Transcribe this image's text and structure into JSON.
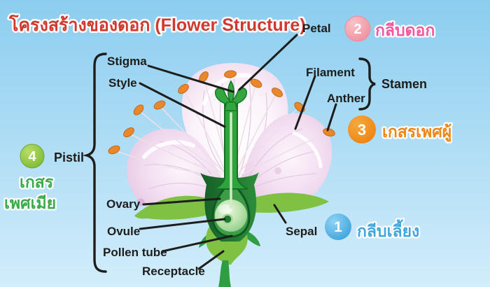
{
  "title": "โครงสร้างของดอก (Flower Structure)",
  "english_labels": {
    "petal": "Petal",
    "stigma": "Stigma",
    "style": "Style",
    "filament": "Filament",
    "anther": "Anther",
    "stamen": "Stamen",
    "pistil": "Pistil",
    "ovary": "Ovary",
    "ovule": "Ovule",
    "pollen_tube": "Pollen tube",
    "receptacle": "Receptacle",
    "sepal": "Sepal"
  },
  "badges": {
    "sepal": {
      "number": "1",
      "thai": "กลีบเลี้ยง",
      "color": "#41A7DE"
    },
    "petal": {
      "number": "2",
      "thai": "กลีบดอก",
      "color": "#F2579F"
    },
    "stamen": {
      "number": "3",
      "thai": "เกสรเพศผู้",
      "color": "#EF8718"
    },
    "pistil": {
      "number": "4",
      "thai_line1": "เกสร",
      "thai_line2": "เพศเมีย",
      "color": "#3BAA4A"
    }
  },
  "colors": {
    "background_top": "#8CCDEF",
    "background_bottom": "#D2EDFB",
    "title": "#D2392E",
    "petal_fill": "#F6E8F5",
    "anther_orange": "#E8872B",
    "leaf_green": "#7FC143",
    "pistil_green": "#2FA33C",
    "badge_blue": "#4FAFE2",
    "badge_pink": "#F4A2AE",
    "badge_orange": "#F18A1D",
    "badge_green": "#8CC63F",
    "label_text": "#1D1D1B"
  }
}
